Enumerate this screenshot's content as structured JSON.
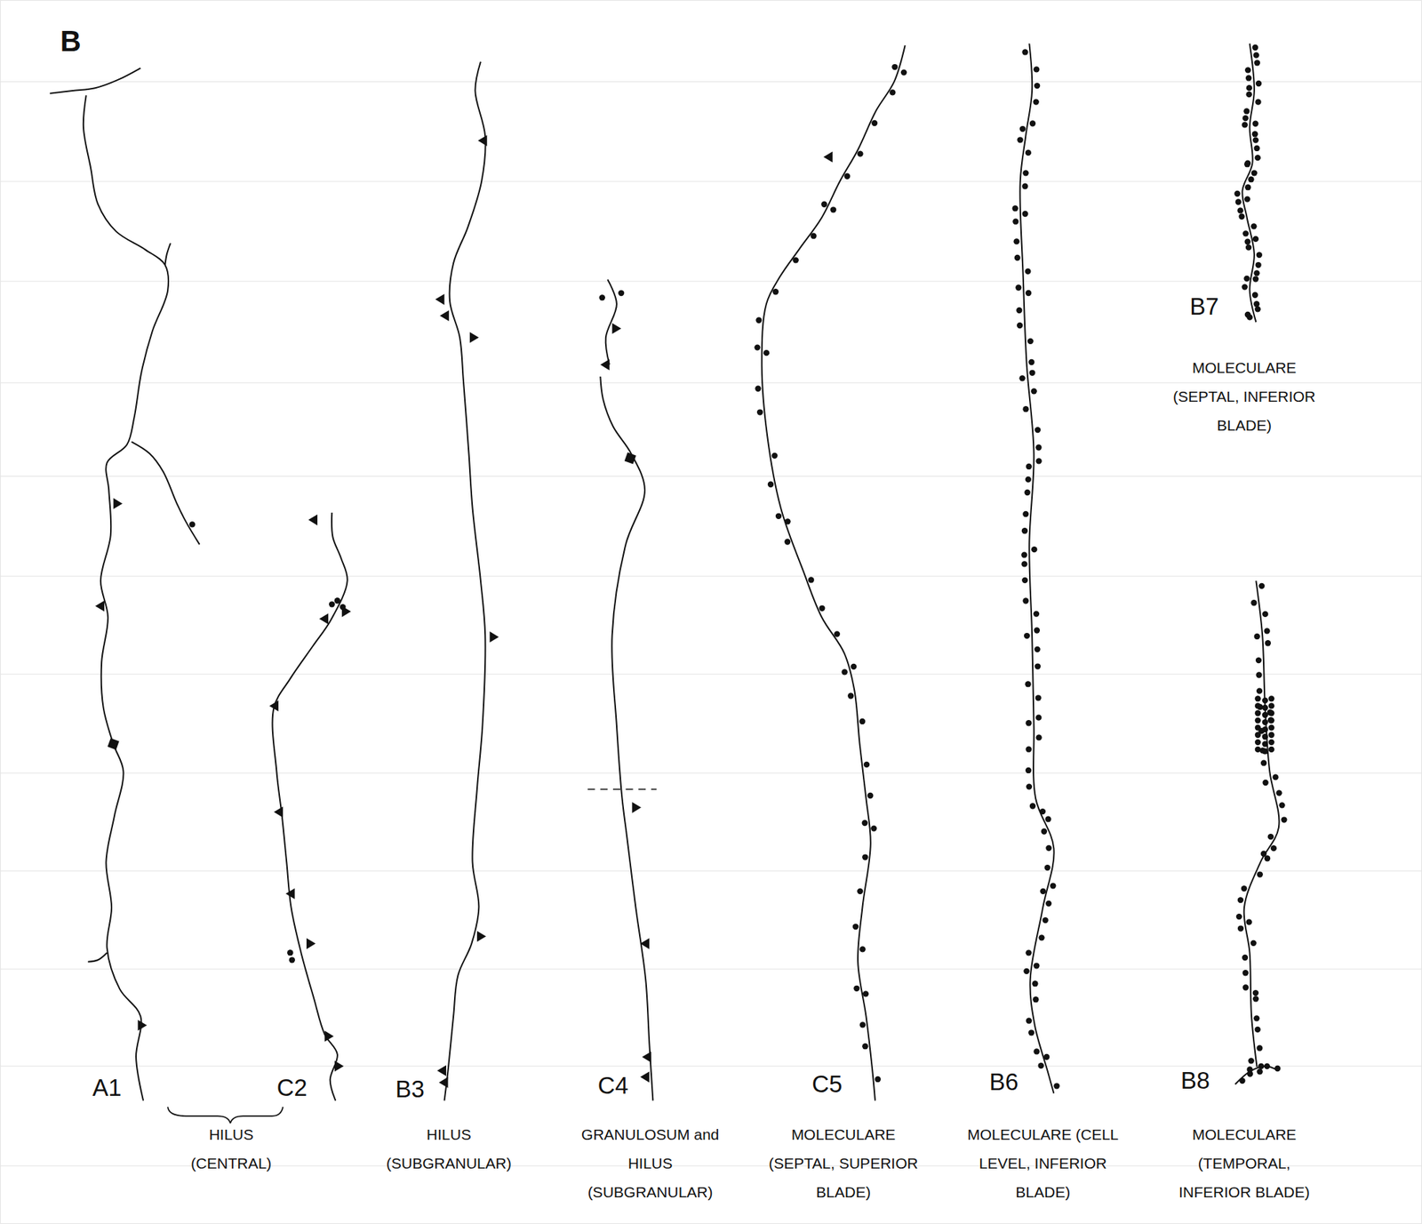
{
  "diagram": {
    "labels": [
      "B",
      "A1",
      "C2",
      "B3",
      "C4",
      "C5",
      "B6",
      "B7",
      "B8",
      "HILUS (CENTRAL)",
      "HILUS (SUBGRANULAR)",
      "GRANULOSUM and HILUS (SUBGRANULAR)",
      "MOLECULARE (SEPTAL, SUPERIOR BLADE)",
      "MOLECULARE (CELL LEVEL, INFERIOR BLADE)",
      "MOLECULARE (SEPTAL, INFERIOR BLADE)",
      "MOLECULARE (TEMPORAL, INFERIOR BLADE)"
    ]
  }
}
